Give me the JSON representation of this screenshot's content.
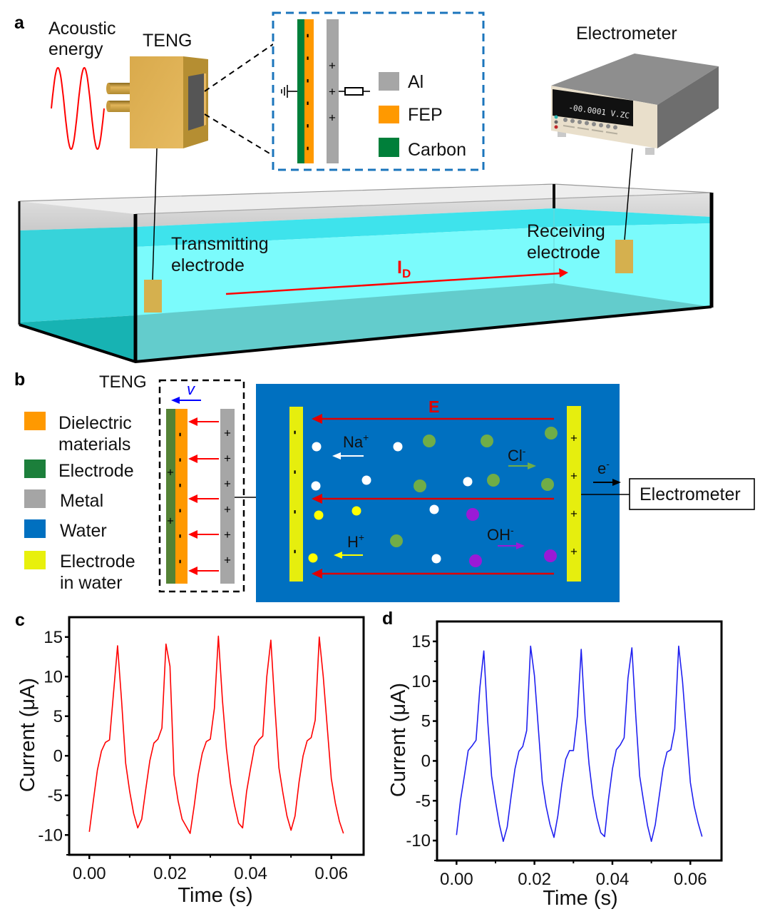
{
  "figure": {
    "panel_labels": {
      "a": "a",
      "b": "b",
      "c": "c",
      "d": "d"
    },
    "panel_a": {
      "acoustic_line1": "Acoustic",
      "acoustic_line2": "energy",
      "teng_label": "TENG",
      "electrometer_label": "Electrometer",
      "electrometer_display": "-00.0001  V.ZC",
      "inset_legend": [
        {
          "label": "Al",
          "color": "#A6A6A6"
        },
        {
          "label": "FEP",
          "color": "#FF9900"
        },
        {
          "label": "Carbon",
          "color": "#007F3A"
        }
      ],
      "transmitting_line1": "Transmitting",
      "transmitting_line2": "electrode",
      "receiving_line1": "Receiving",
      "receiving_line2": "electrode",
      "current_label": "I",
      "current_subscript": "D",
      "colors": {
        "wave": "#FF0000",
        "teng_body": "#DCAE52",
        "electrode": "#D5B04E",
        "water": "#7BFBFC",
        "inset_border": "#1B75BC",
        "current_arrow": "#FF0000"
      }
    },
    "panel_b": {
      "teng_label": "TENG",
      "velocity_label": "v",
      "legend": [
        {
          "label_line1": "Dielectric",
          "label_line2": "materials",
          "color": "#FF9900"
        },
        {
          "label_line1": "Electrode",
          "label_line2": "",
          "color": "#1C7F3B"
        },
        {
          "label_line1": "Metal",
          "label_line2": "",
          "color": "#A5A5A5"
        },
        {
          "label_line1": "Water",
          "label_line2": "",
          "color": "#0070C0"
        },
        {
          "label_line1": "Electrode",
          "label_line2": "in water",
          "color": "#E8F00C"
        }
      ],
      "strip_colors": {
        "electrode": "#548235",
        "dielectric": "#FF9900",
        "metal": "#A6A6A6"
      },
      "field_label": "E",
      "ions": {
        "na": {
          "symbol": "Na",
          "charge": "+",
          "color": "#FFFFFF"
        },
        "cl": {
          "symbol": "Cl",
          "charge": "-",
          "color": "#70AD47"
        },
        "h": {
          "symbol": "H",
          "charge": "+",
          "color": "#FFFF00"
        },
        "oh": {
          "symbol": "OH",
          "charge": "-",
          "color": "#9A1AD6"
        }
      },
      "electron_symbol": "e",
      "electron_charge": "-",
      "electrometer_box_label": "Electrometer",
      "colors": {
        "field": "#E00000",
        "velocity": "#0000FF",
        "water_electrode": "#E6EE0E"
      }
    },
    "charges": {
      "plus_symbol": "+",
      "minus_symbol": "-",
      "counts": {
        "inset_fep_minus": 6,
        "inset_al_plus": 3,
        "teng_dielectric_minus": 6,
        "teng_metal_plus": 6,
        "teng_electrode_plus": 2,
        "water_left_electrode_minus": 4,
        "water_right_electrode_plus": 4
      }
    }
  },
  "chart_data": [
    {
      "type": "line",
      "panel": "c",
      "title": "",
      "xlabel": "Time (s)",
      "ylabel": "Current (μA)",
      "xlim": [
        -0.005,
        0.068
      ],
      "ylim": [
        -12.5,
        17.5
      ],
      "xticks": [
        0.0,
        0.02,
        0.04,
        0.06
      ],
      "xtick_labels": [
        "0.00",
        "0.02",
        "0.04",
        "0.06"
      ],
      "xminor": [
        0.01,
        0.03,
        0.05
      ],
      "yticks": [
        -10,
        -5,
        0,
        5,
        10,
        15
      ],
      "ytick_labels": [
        "-10",
        "-5",
        "0",
        "5",
        "10",
        "15"
      ],
      "yminor": [
        -12.5,
        -7.5,
        -2.5,
        2.5,
        7.5,
        12.5
      ],
      "grid": false,
      "series": [
        {
          "name": "Current",
          "color": "#FF0000",
          "x": [
            0.0,
            0.001,
            0.002,
            0.003,
            0.004,
            0.005,
            0.007,
            0.008,
            0.009,
            0.01,
            0.011,
            0.012,
            0.013,
            0.014,
            0.015,
            0.016,
            0.017,
            0.018,
            0.019,
            0.02,
            0.021,
            0.022,
            0.023,
            0.025,
            0.026,
            0.027,
            0.028,
            0.029,
            0.03,
            0.031,
            0.032,
            0.033,
            0.034,
            0.035,
            0.036,
            0.037,
            0.038,
            0.039,
            0.04,
            0.041,
            0.042,
            0.043,
            0.044,
            0.045,
            0.046,
            0.047,
            0.048,
            0.049,
            0.05,
            0.051,
            0.052,
            0.053,
            0.054,
            0.055,
            0.056,
            0.057,
            0.058,
            0.06,
            0.061,
            0.062,
            0.063
          ],
          "y": [
            -9.6,
            -5.7,
            -1.8,
            0.6,
            1.7,
            2.0,
            13.9,
            7.0,
            -0.9,
            -4.5,
            -7.3,
            -9.1,
            -8.0,
            -4.2,
            -0.6,
            1.6,
            2.1,
            3.5,
            14.1,
            11.3,
            -2.4,
            -5.7,
            -8.0,
            -9.8,
            -6.3,
            -2.4,
            0.3,
            1.8,
            2.1,
            6.0,
            15.1,
            7.0,
            0.9,
            -3.5,
            -6.3,
            -8.5,
            -9.1,
            -4.5,
            -1.5,
            1.2,
            2.0,
            2.5,
            10.0,
            14.6,
            6.3,
            -1.5,
            -4.7,
            -7.6,
            -9.4,
            -7.6,
            -3.3,
            0.0,
            1.9,
            2.3,
            4.5,
            15.0,
            10.0,
            -2.9,
            -6.0,
            -8.3,
            -9.8
          ]
        }
      ]
    },
    {
      "type": "line",
      "panel": "d",
      "title": "",
      "xlabel": "Time (s)",
      "ylabel": "Current (μA)",
      "xlim": [
        -0.005,
        0.068
      ],
      "ylim": [
        -12.5,
        17.5
      ],
      "xticks": [
        0.0,
        0.02,
        0.04,
        0.06
      ],
      "xtick_labels": [
        "0.00",
        "0.02",
        "0.04",
        "0.06"
      ],
      "xminor": [
        0.01,
        0.03,
        0.05
      ],
      "yticks": [
        -10,
        -5,
        0,
        5,
        10,
        15
      ],
      "ytick_labels": [
        "-10",
        "-5",
        "0",
        "5",
        "10",
        "15"
      ],
      "yminor": [
        -12.5,
        -7.5,
        -2.5,
        2.5,
        7.5,
        12.5
      ],
      "grid": false,
      "series": [
        {
          "name": "Current",
          "color": "#2020F0",
          "x": [
            0.0,
            0.001,
            0.002,
            0.003,
            0.004,
            0.005,
            0.006,
            0.007,
            0.008,
            0.009,
            0.01,
            0.011,
            0.012,
            0.013,
            0.014,
            0.015,
            0.016,
            0.017,
            0.018,
            0.019,
            0.02,
            0.022,
            0.023,
            0.024,
            0.025,
            0.026,
            0.027,
            0.028,
            0.029,
            0.03,
            0.031,
            0.032,
            0.033,
            0.034,
            0.035,
            0.036,
            0.037,
            0.038,
            0.039,
            0.04,
            0.041,
            0.042,
            0.043,
            0.044,
            0.045,
            0.046,
            0.047,
            0.048,
            0.049,
            0.05,
            0.051,
            0.052,
            0.053,
            0.054,
            0.055,
            0.056,
            0.057,
            0.058,
            0.06,
            0.061,
            0.062,
            0.063
          ],
          "y": [
            -9.3,
            -5.0,
            -1.9,
            1.3,
            1.9,
            2.6,
            9.2,
            13.8,
            5.0,
            -1.9,
            -5.1,
            -8.0,
            -10.1,
            -8.3,
            -4.5,
            -1.0,
            1.2,
            1.8,
            3.8,
            14.4,
            10.7,
            -2.6,
            -5.7,
            -8.0,
            -9.6,
            -6.9,
            -3.0,
            0.2,
            1.3,
            1.3,
            5.6,
            14.0,
            5.3,
            -0.4,
            -4.4,
            -7.1,
            -9.0,
            -9.5,
            -4.8,
            -1.0,
            1.4,
            2.0,
            2.9,
            10.4,
            14.2,
            5.6,
            -1.9,
            -5.1,
            -8.1,
            -10.1,
            -8.0,
            -4.5,
            -1.0,
            1.1,
            1.4,
            4.0,
            14.4,
            10.0,
            -2.7,
            -5.7,
            -7.8,
            -9.5
          ]
        }
      ]
    }
  ]
}
